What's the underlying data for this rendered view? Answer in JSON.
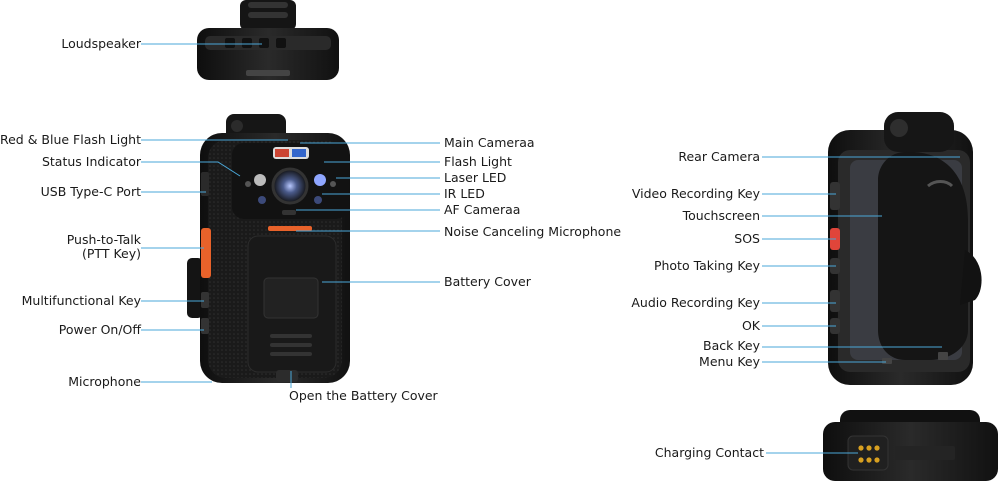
{
  "labels": {
    "loudspeaker": "Loudspeaker",
    "red_blue_flash": "Red & Blue Flash Light",
    "status_indicator": "Status Indicator",
    "usb_port": "USB Type-C Port",
    "ptt_line1": "Push-to-Talk",
    "ptt_line2": "(PTT Key)",
    "multifunctional_key": "Multifunctional Key",
    "power": "Power On/Off",
    "microphone": "Microphone",
    "main_camera": "Main Cameraa",
    "flash_light": "Flash Light",
    "laser_led": "Laser LED",
    "ir_led": "IR LED",
    "af_camera": "AF Cameraa",
    "noise_mic": "Noise Canceling Microphone",
    "battery_cover": "Battery Cover",
    "open_battery": "Open the Battery Cover",
    "rear_camera": "Rear Camera",
    "video_key": "Video Recording Key",
    "touchscreen": "Touchscreen",
    "sos": "SOS",
    "photo_key": "Photo Taking Key",
    "audio_key": "Audio Recording Key",
    "ok": "OK",
    "back_key": "Back Key",
    "menu_key": "Menu Key",
    "charging_contact": "Charging Contact"
  },
  "colors": {
    "leader_line": "#4aa7d8",
    "device_body": "#1c1c1c",
    "ptt_orange": "#e8622a",
    "sos_red": "#e0453a"
  }
}
